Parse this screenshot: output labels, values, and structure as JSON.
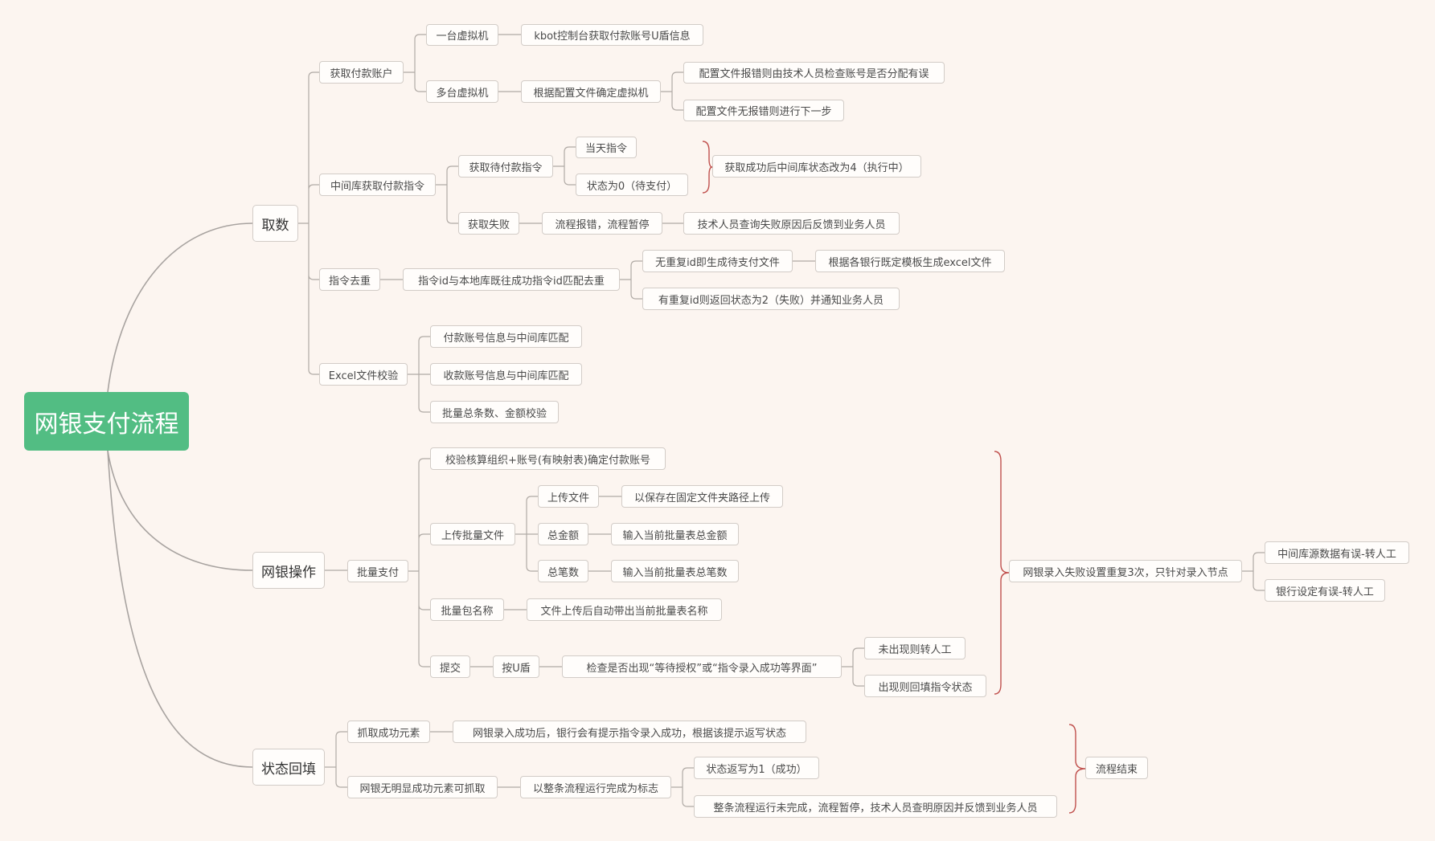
{
  "root": "网银支付流程",
  "quchu": {
    "title": "取数",
    "account": {
      "title": "获取付款账户",
      "single_vm": "一台虚拟机",
      "single_vm_detail": "kbot控制台获取付款账号U盾信息",
      "multi_vm": "多台虚拟机",
      "multi_vm_detail": "根据配置文件确定虚拟机",
      "config_error": "配置文件报错则由技术人员检查账号是否分配有误",
      "config_ok": "配置文件无报错则进行下一步"
    },
    "instruction": {
      "title": "中间库获取付款指令",
      "pending": "获取待付款指令",
      "today": "当天指令",
      "status0": "状态为0（待支付）",
      "success_note": "获取成功后中间库状态改为4（执行中）",
      "fail": "获取失败",
      "fail_detail": "流程报错，流程暂停",
      "fail_feedback": "技术人员查询失败原因后反馈到业务人员"
    },
    "dedup": {
      "title": "指令去重",
      "match": "指令id与本地库既往成功指令id匹配去重",
      "no_dup": "无重复id即生成待支付文件",
      "gen_excel": "根据各银行既定模板生成excel文件",
      "has_dup": "有重复id则返回状态为2（失败）并通知业务人员"
    },
    "excel": {
      "title": "Excel文件校验",
      "pay_match": "付款账号信息与中间库匹配",
      "recv_match": "收款账号信息与中间库匹配",
      "batch_check": "批量总条数、金额校验"
    }
  },
  "bank": {
    "title": "网银操作",
    "batch": "批量支付",
    "verify": "校验核算组织+账号(有映射表)确定付款账号",
    "upload": {
      "title": "上传批量文件",
      "file": "上传文件",
      "file_detail": "以保存在固定文件夹路径上传",
      "amount": "总金额",
      "amount_detail": "输入当前批量表总金额",
      "count": "总笔数",
      "count_detail": "输入当前批量表总笔数"
    },
    "package": "批量包名称",
    "package_detail": "文件上传后自动带出当前批量表名称",
    "submit": {
      "title": "提交",
      "ukey": "按U盾",
      "check": "检查是否出现“等待授权”或“指令录入成功等界面”",
      "not_shown": "未出现则转人工",
      "shown": "出现则回填指令状态"
    },
    "retry": "网银录入失败设置重复3次，只针对录入节点",
    "retry_src_err": "中间库源数据有误-转人工",
    "retry_bank_err": "银行设定有误-转人工"
  },
  "status": {
    "title": "状态回填",
    "grab": "抓取成功元素",
    "grab_detail": "网银录入成功后，银行会有提示指令录入成功，根据该提示返写状态",
    "no_element": "网银无明显成功元素可抓取",
    "no_element_detail": "以整条流程运行完成为标志",
    "set1": "状态返写为1（成功）",
    "incomplete": "整条流程运行未完成，流程暂停，技术人员查明原因并反馈到业务人员",
    "end": "流程结束"
  },
  "colors": {
    "root_bg": "#52bd83",
    "background": "#fcf5f0",
    "line": "#b0aaa5",
    "main_line": "#a8a3a0",
    "brace": "#c0504d"
  }
}
